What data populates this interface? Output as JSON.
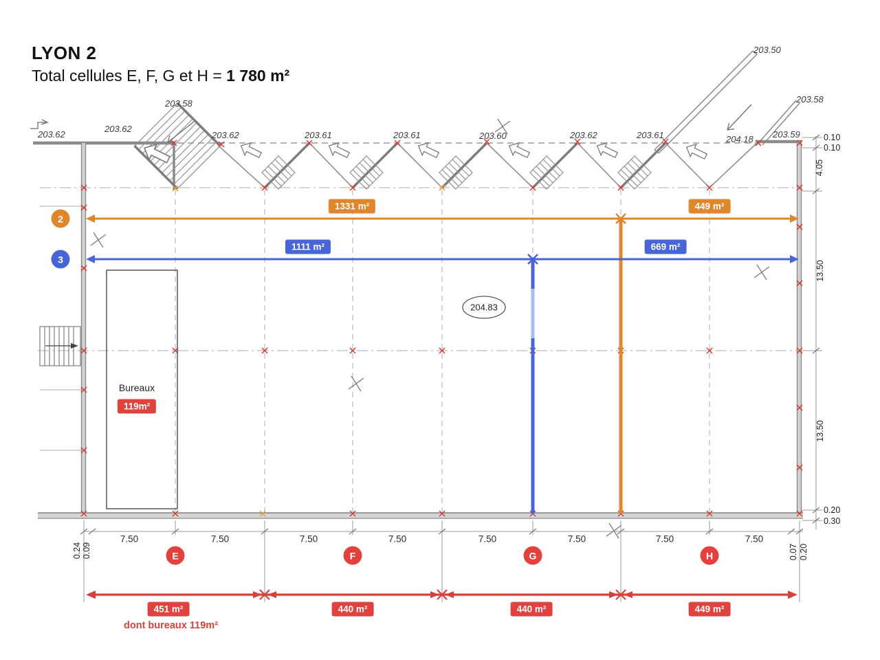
{
  "title": "LYON 2",
  "subtitle": {
    "prefix": "Total cellules E, F, G et H = ",
    "total": "1 780 m²"
  },
  "levels": {
    "items": [
      "203.62",
      "203.62",
      "203.58",
      "203.62",
      "203.61",
      "203.61",
      "203.60",
      "203.62",
      "203.61",
      "204.18",
      "203.59",
      "203.58",
      "203.50"
    ],
    "spot": "204.83"
  },
  "zones": {
    "line2": {
      "id": "2",
      "left_area": "1331 m²",
      "right_area": "449 m²",
      "color": "#E0862C"
    },
    "line3": {
      "id": "3",
      "left_area": "1111 m²",
      "right_area": "669 m²",
      "color": "#4765D9"
    }
  },
  "bureaux": {
    "label": "Bureaux",
    "area": "119m²"
  },
  "cells": {
    "letters": [
      "E",
      "F",
      "G",
      "H"
    ],
    "areas": [
      "451 m²",
      "440 m²",
      "440 m²",
      "449 m²"
    ],
    "note": "dont bureaux 119m²",
    "color": "#E2423E"
  },
  "dimensions": {
    "bay": "7.50",
    "right": [
      "0.10",
      "0.10",
      "4.05",
      "13.50",
      "13.50",
      "0.20",
      "0.30"
    ],
    "bottom_left": [
      "0.24",
      "0.09"
    ],
    "bottom_right": [
      "0.07",
      "0.20"
    ]
  }
}
